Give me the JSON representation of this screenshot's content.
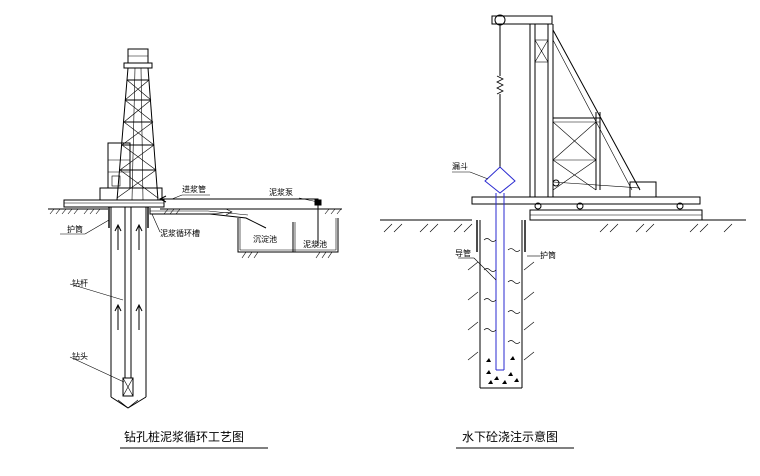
{
  "left_figure": {
    "caption": "钻孔桩泥浆循环工艺图",
    "labels": {
      "feed_pipe": "进浆管",
      "mud_pump": "泥浆泵",
      "casing": "护筒",
      "circulation_trough": "泥浆循环槽",
      "settling_tank": "沉淀池",
      "mud_tank": "泥浆池",
      "drill_rod": "钻杆",
      "drill_bit": "钻头"
    }
  },
  "right_figure": {
    "caption": "水下砼浇注示意图",
    "labels": {
      "hopper": "漏斗",
      "conduit": "导管",
      "casing": "护筒"
    }
  },
  "colors": {
    "line": "#000000",
    "conduit": "#2a2ad0",
    "background": "#ffffff"
  }
}
